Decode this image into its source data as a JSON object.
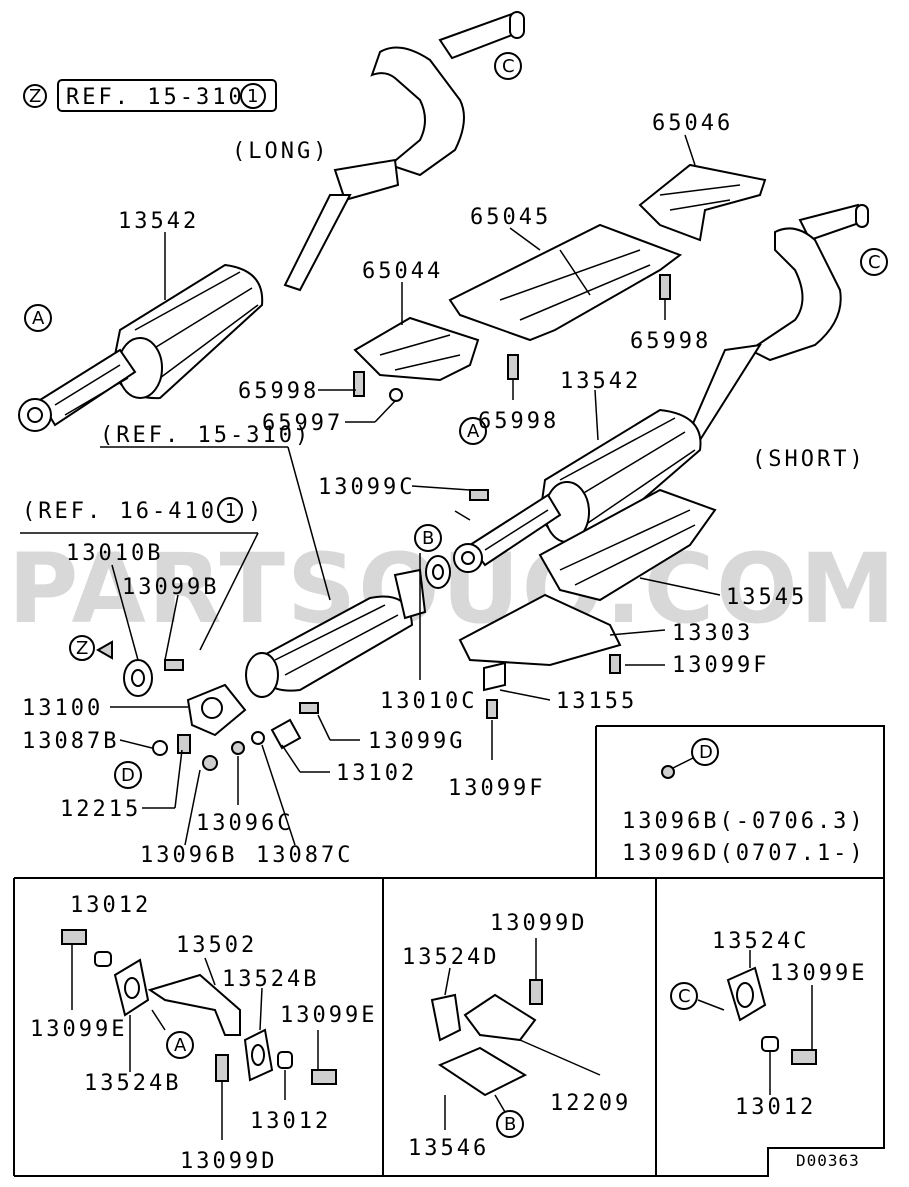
{
  "watermark": "PARTSOUQ.COM",
  "references": {
    "z_ref": "REF. 15-310",
    "z_ref_num": "1",
    "ref_15_310": "(REF. 15-310)",
    "ref_16_410": "(REF. 16-410",
    "ref_16_410_num": "1",
    "ref_16_410_close": ")"
  },
  "variants": {
    "long": "(LONG)",
    "short": "(SHORT)"
  },
  "callouts": {
    "a": "A",
    "b": "B",
    "c": "C",
    "d": "D",
    "z": "Z"
  },
  "labels": {
    "p13542_long": "13542",
    "p65046": "65046",
    "p65045": "65045",
    "p65044": "65044",
    "p65998_a": "65998",
    "p65998_b": "65998",
    "p65998_c": "65998",
    "p65997": "65997",
    "p13542_short": "13542",
    "p13099C": "13099C",
    "p13010B": "13010B",
    "p13099B": "13099B",
    "p13545": "13545",
    "p13303": "13303",
    "p13099F_a": "13099F",
    "p13155": "13155",
    "p13010C": "13010C",
    "p13099F_b": "13099F",
    "p13100": "13100",
    "p13099G": "13099G",
    "p13087B": "13087B",
    "p13102": "13102",
    "p12215": "12215",
    "p13096C": "13096C",
    "p13096B": "13096B",
    "p13087C": "13087C",
    "d_box_line1": "13096B(-0706.3)",
    "d_box_line2": "13096D(0707.1-)"
  },
  "panels": {
    "left": {
      "p13012_top": "13012",
      "p13502": "13502",
      "p13524B_top": "13524B",
      "p13099E_right": "13099E",
      "p13099E_left": "13099E",
      "p13524B_bottom": "13524B",
      "p13012_bottom": "13012",
      "p13099D": "13099D"
    },
    "middle": {
      "p13099D": "13099D",
      "p13524D": "13524D",
      "p12209": "12209",
      "p13546": "13546"
    },
    "right": {
      "p13524C": "13524C",
      "p13099E": "13099E",
      "p13012": "13012"
    }
  },
  "diagram_code": "D00363"
}
